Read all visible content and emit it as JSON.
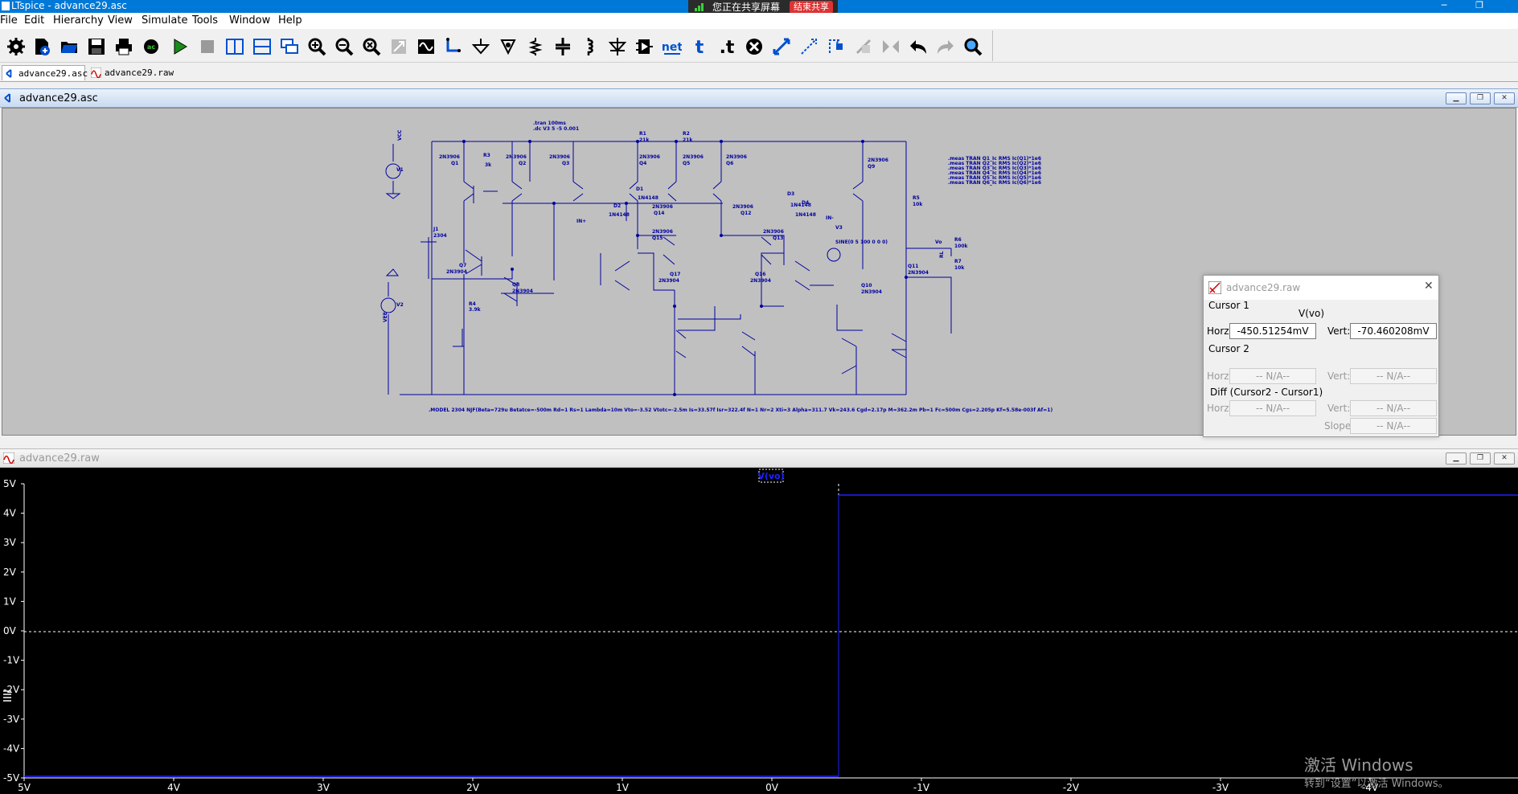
{
  "window": {
    "title": "LTspice - advance29.asc"
  },
  "share_bar": {
    "text": "您正在共享屏幕",
    "stop_label": "结束共享"
  },
  "menu": [
    "File",
    "Edit",
    "Hierarchy",
    "View",
    "Simulate",
    "Tools",
    "Window",
    "Help"
  ],
  "toolbar_icons": [
    "gear-icon",
    "new-schematic-icon",
    "open-icon",
    "save-icon",
    "print-icon",
    "control-panel-icon",
    "run-icon",
    "halt-icon",
    "tile-vertical-icon",
    "tile-horizontal-icon",
    "cascade-icon",
    "zoom-in-icon",
    "zoom-out-icon",
    "zoom-fit-icon",
    "zoom-back-icon",
    "autorange-icon",
    "wire-icon",
    "ground-icon",
    "label-net-icon",
    "resistor-icon",
    "capacitor-icon",
    "inductor-icon",
    "diode-icon",
    "component-icon",
    "net-label-icon",
    "text-icon",
    "spice-directive-icon",
    "delete-icon",
    "move-icon",
    "drag-icon",
    "rotate-icon",
    "mirror-icon",
    "undo-icon",
    "redo-icon",
    "find-icon"
  ],
  "toolbar_text": {
    "net": "net",
    "text": "t",
    "directive": ".t"
  },
  "tabs": [
    {
      "label": "advance29.asc",
      "active": true
    },
    {
      "label": "advance29.raw",
      "active": false
    }
  ],
  "schematic": {
    "window_title": "advance29.asc",
    "directives": [
      ".tran 100ms",
      ".dc V3 5 -5 0.001"
    ],
    "meas": [
      ".meas TRAN Q1_Ic RMS Ic(Q1)*1e6",
      ".meas TRAN Q2_Ic RMS Ic(Q2)*1e6",
      ".meas TRAN Q3_Ic RMS Ic(Q3)*1e6",
      ".meas TRAN Q4_Ic RMS Ic(Q4)*1e6",
      ".meas TRAN Q5_Ic RMS Ic(Q5)*1e6",
      ".meas TRAN Q6_Ic RMS Ic(Q6)*1e6"
    ],
    "model": ".MODEL 2304 NJF(Beta=729u Betatce=-500m Rd=1 Rs=1 Lambda=10m Vto=-3.52 Vtotc=-2.5m Is=33.57f Isr=322.4f N=1 Nr=2 Xti=3 Alpha=311.7 Vk=243.6 Cgd=2.17p M=362.2m Pb=1 Fc=500m Cgs=2.205p Kf=5.58e-003f Af=1)",
    "labels": {
      "q1": "Q1",
      "q2": "Q2",
      "q3": "Q3",
      "q4": "Q4",
      "q5": "Q5",
      "q6": "Q6",
      "q9": "Q9",
      "q7": "Q7",
      "q8": "Q8",
      "q10": "Q10",
      "q11": "Q11",
      "q12": "Q12",
      "q13": "Q13",
      "q14": "Q14",
      "q15": "Q15",
      "q16": "Q16",
      "q17": "Q17",
      "pnp": "2N3906",
      "npn": "2N3904",
      "r1": "R1",
      "r2": "R2",
      "r3": "R3",
      "r4": "R4",
      "r5": "R5",
      "r6": "R6",
      "r7": "R7",
      "r21k": "21k",
      "r3k": "3k",
      "r39k": "3.9k",
      "r10k": "10k",
      "r100k": "100k",
      "d1": "D1",
      "d2": "D2",
      "d3": "D3",
      "d4": "D4",
      "diode": "1N4148",
      "j1": "J1",
      "j2304": "2304",
      "v1": "V1",
      "v2": "V2",
      "v3": "V3",
      "vcc": "VCC",
      "vee": "VEE",
      "inp": "IN+",
      "inm": "IN-",
      "vo": "Vo",
      "sine": "SINE(0 5 100 0 0 0)",
      "rl": "RL"
    }
  },
  "waveform": {
    "window_title": "advance29.raw",
    "trace_label": "V(vo)",
    "y_ticks": [
      "5V",
      "4V",
      "3V",
      "2V",
      "1V",
      "0V",
      "-1V",
      "-2V",
      "-3V",
      "-4V",
      "-5V"
    ],
    "x_ticks": [
      "5V",
      "4V",
      "3V",
      "2V",
      "1V",
      "0V",
      "-1V",
      "-2V",
      "-3V",
      "-4V"
    ],
    "trace_color": "#2020ff",
    "cursor_color": "#ffffff"
  },
  "cursor_dialog": {
    "title": "advance29.raw",
    "cursor1": "Cursor 1",
    "trace": "V(vo)",
    "horz_label": "Horz:",
    "vert_label": "Vert:",
    "horz_value": "-450.51254mV",
    "vert_value": "-70.460208mV",
    "cursor2": "Cursor 2",
    "na": "-- N/A--",
    "diff": "Diff (Cursor2 - Cursor1)",
    "slope_label": "Slope:"
  },
  "watermark": {
    "line1": "激活 Windows",
    "line2": "转到“设置”以激活 Windows。"
  }
}
